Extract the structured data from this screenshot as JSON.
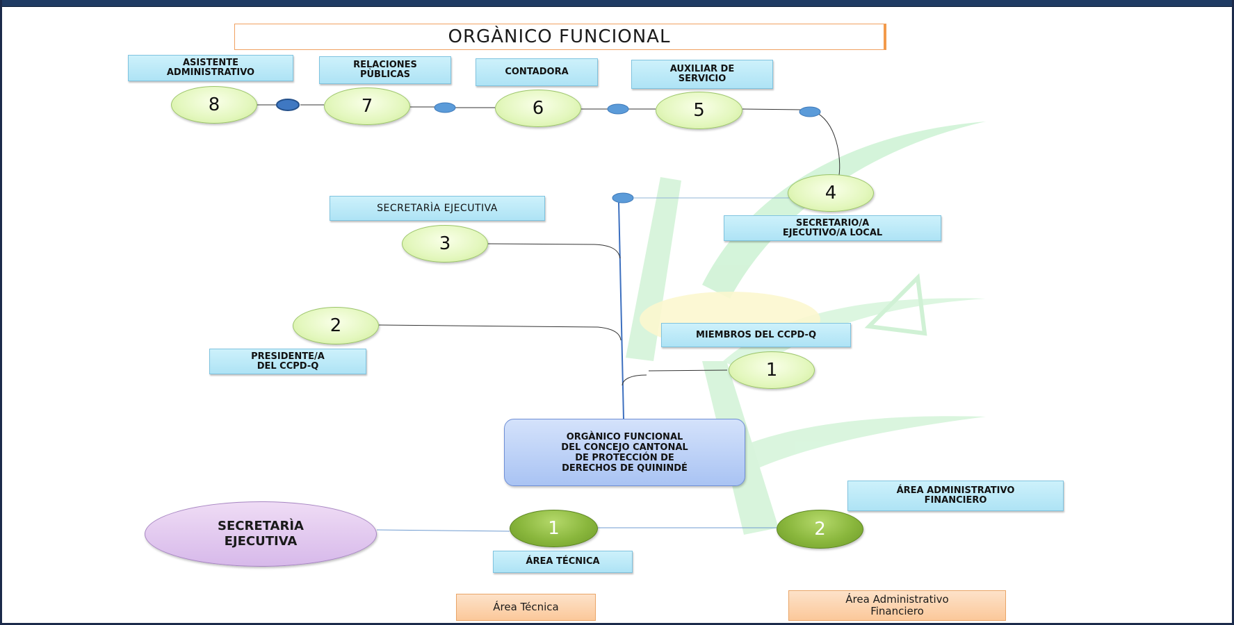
{
  "title": "ORGÀNICO FUNCIONAL",
  "roles": {
    "asistente": "ASISTENTE\nADMINISTRATIVO",
    "relaciones": "RELACIONES\nPÙBLICAS",
    "contadora": "CONTADORA",
    "auxiliar": "AUXILIAR DE\nSERVICIO",
    "secretaria_ejecutiva": "SECRETARÌA EJECUTIVA",
    "secretario_local": "SECRETARIO/A\nEJECUTIVO/A LOCAL",
    "presidente": "PRESIDENTE/A\nDEL CCPD-Q",
    "miembros": "MIEMBROS DEL CCPD-Q"
  },
  "numbers": {
    "n8": "8",
    "n7": "7",
    "n6": "6",
    "n5": "5",
    "n4": "4",
    "n3": "3",
    "n2": "2",
    "n1": "1"
  },
  "center": "ORGÀNICO FUNCIONAL\nDEL CONCEJO CANTONAL\nDE PROTECCIÓN DE\nDERECHOS DE QUININDÉ",
  "bottom": {
    "oval": "SECRETARÌA\nEJECUTIVA",
    "n1": "1",
    "n2": "2",
    "area_tecnica_label": "ÁREA TÉCNICA",
    "area_admin_label": "ÁREA ADMINISTRATIVO\nFINANCIERO",
    "area_tecnica_box": "Área Técnica",
    "area_admin_box": "Área Administrativo\nFinanciero"
  },
  "colors": {
    "label_blue": "#aee3f5",
    "number_green": "#e3f7bd",
    "dark_green": "#8ab73d",
    "center_blue": "#a9c3f3",
    "oval_purple": "#d7b9ea",
    "orange": "#fbc89a",
    "title_border": "#f39a4a",
    "watermark": "#c9f0cf"
  }
}
